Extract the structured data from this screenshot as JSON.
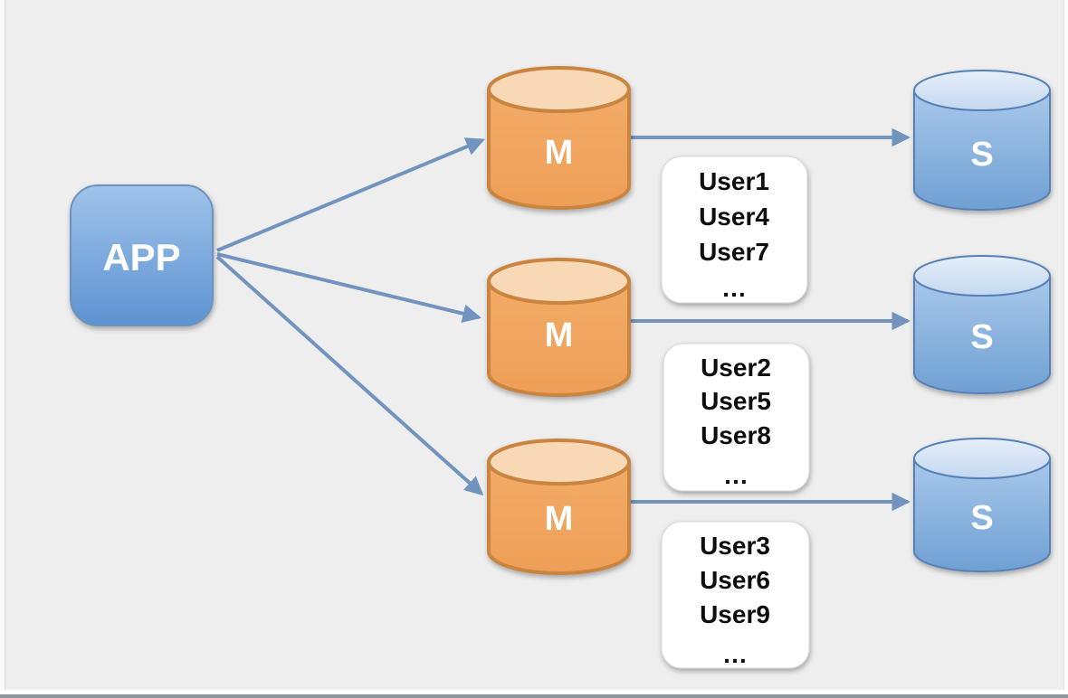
{
  "diagram": {
    "app": {
      "label": "APP"
    },
    "masters": [
      {
        "label": "M"
      },
      {
        "label": "M"
      },
      {
        "label": "M"
      }
    ],
    "slaves": [
      {
        "label": "S"
      },
      {
        "label": "S"
      },
      {
        "label": "S"
      }
    ],
    "user_groups": [
      {
        "lines": [
          "User1",
          "User4",
          "User7",
          "…"
        ]
      },
      {
        "lines": [
          "User2",
          "User5",
          "User8",
          "…"
        ]
      },
      {
        "lines": [
          "User3",
          "User6",
          "User9",
          "…"
        ]
      }
    ],
    "connections": [
      "APP→M1",
      "APP→M2",
      "APP→M3",
      "M1→S1",
      "M2→S2",
      "M3→S3"
    ],
    "colors": {
      "canvas_bg": "#EEEEEE",
      "app_gradient_top": "#9FC3EA",
      "app_gradient_bottom": "#5E93D2",
      "master_body": "#F0A45F",
      "master_top": "#F9D8B6",
      "master_border": "#C9843F",
      "slave_body_top": "#A9C8EB",
      "slave_body_bottom": "#6FA0D3",
      "slave_top": "#DCE8F7",
      "slave_border": "#5581B7",
      "arrow": "#7193BD",
      "user_box_bg": "#FFFFFF",
      "user_text": "#111111"
    }
  }
}
